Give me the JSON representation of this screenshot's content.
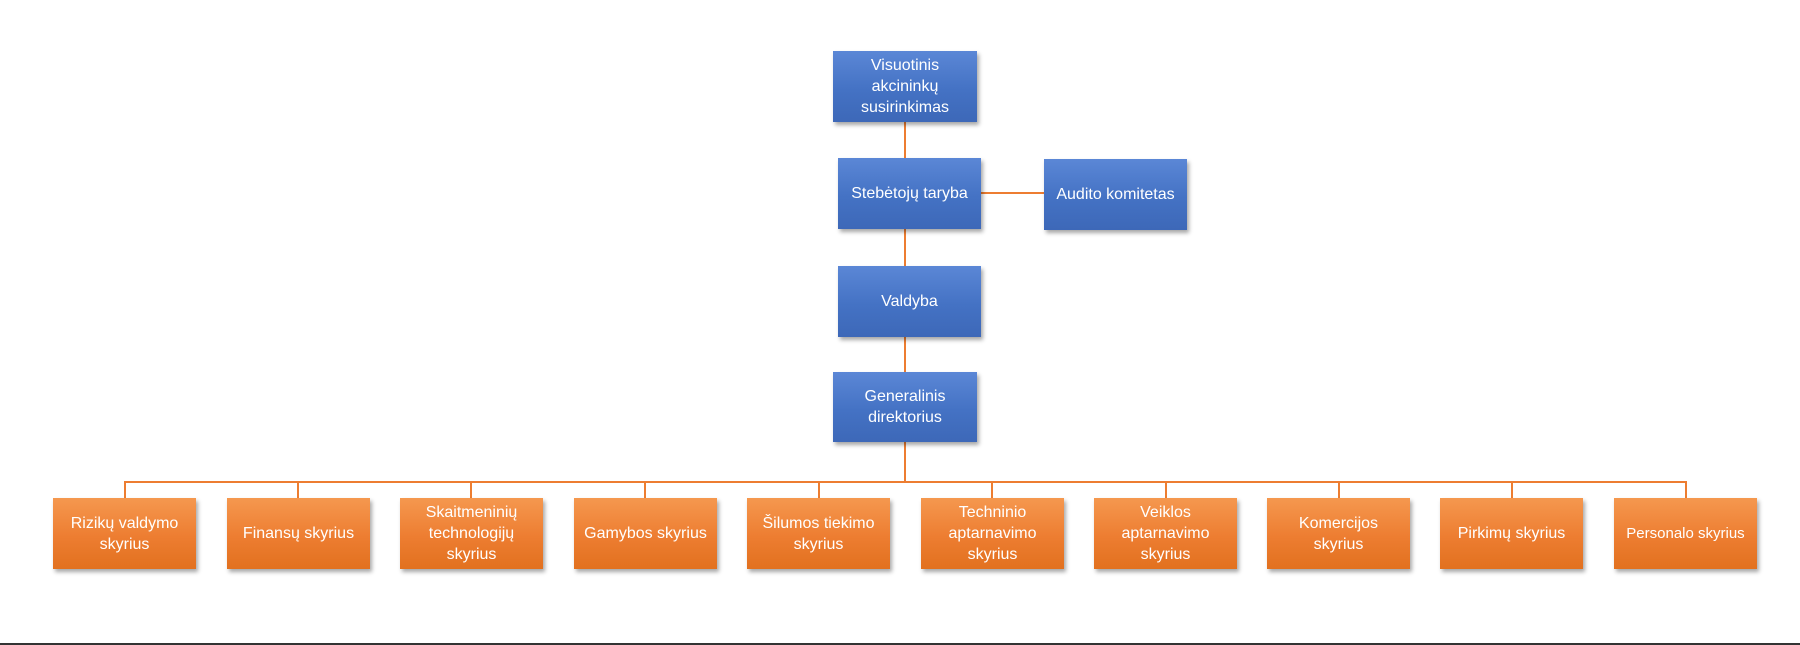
{
  "org_chart": {
    "top": [
      {
        "id": "shareholders",
        "label": "Visuotinis akcininkų susirinkimas"
      },
      {
        "id": "supervisory",
        "label": "Stebėtojų taryba"
      },
      {
        "id": "audit",
        "label": "Audito komitetas"
      },
      {
        "id": "board",
        "label": "Valdyba"
      },
      {
        "id": "ceo",
        "label": "Generalinis direktorius"
      }
    ],
    "departments": [
      {
        "label": "Rizikų valdymo skyrius"
      },
      {
        "label": "Finansų skyrius"
      },
      {
        "label": "Skaitmeninių technologijų skyrius"
      },
      {
        "label": "Gamybos skyrius"
      },
      {
        "label": "Šilumos tiekimo skyrius"
      },
      {
        "label": "Techninio aptarnavimo skyrius"
      },
      {
        "label": "Veiklos aptarnavimo skyrius"
      },
      {
        "label": "Komercijos skyrius"
      },
      {
        "label": "Pirkimų skyrius"
      },
      {
        "label": "Personalo skyrius"
      }
    ],
    "colors": {
      "governance_box": "#4472c4",
      "department_box": "#ed7d31",
      "connector": "#ed7d31",
      "text": "#ffffff"
    }
  }
}
